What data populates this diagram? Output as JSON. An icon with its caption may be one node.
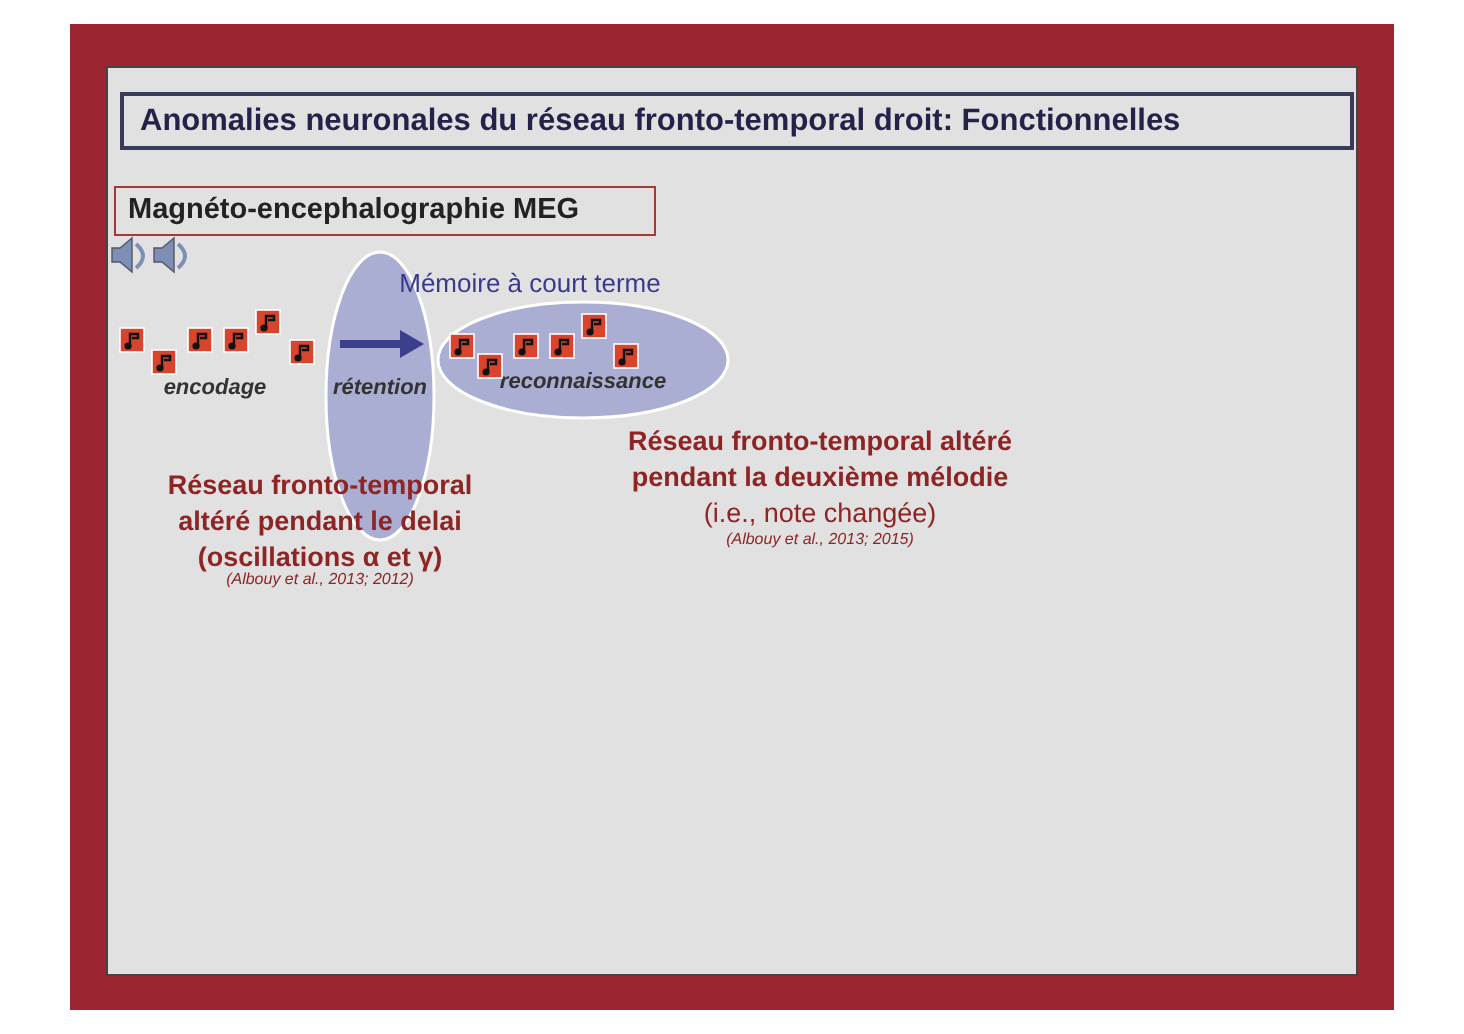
{
  "diagram": {
    "title": "Anomalies neuronales du réseau fronto-temporal droit: Fonctionnelles",
    "nodes": [
      {
        "text": [
          "Magnéto-encephalographie MEG"
        ]
      },
      {
        "text": [
          "rétention"
        ]
      },
      {
        "text": [
          "reconnaissance"
        ]
      }
    ],
    "labels": [
      "Mémoire à court terme",
      "encodage",
      "**Réseau fronto-temporal altéré pendant le delai (oscillations α et γ)**",
      "(Albouy et al., 2013; 2012)",
      "**Réseau fronto-temporal altéré pendant la deuxième mélodie** (i.e., note changée)",
      "(Albouy et al., 2013; 2015)"
    ]
  }
}
